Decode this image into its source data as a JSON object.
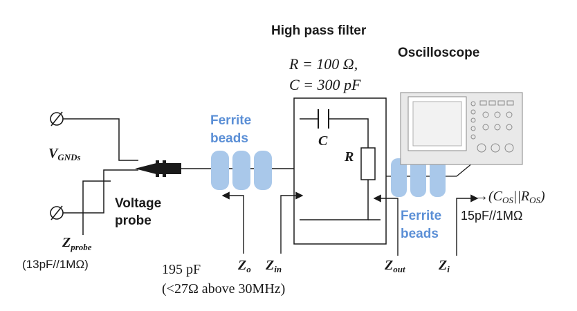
{
  "labels": {
    "title": "High pass filter",
    "oscilloscope": "Oscilloscope",
    "filter_r_value": "R = 100 Ω,",
    "filter_c_value": "C = 300 pF",
    "ferrite_left_1": "Ferrite",
    "ferrite_left_2": "beads",
    "ferrite_right_1": "Ferrite",
    "ferrite_right_2": "beads",
    "capacitor_label": "C",
    "resistor_label": "R",
    "vgnds_main": "V",
    "vgnds_sub": "GNDs",
    "probe_line1": "Voltage",
    "probe_line2": "probe",
    "zprobe_main": "Z",
    "zprobe_sub": "probe",
    "zprobe_value": "(13pF//1MΩ)",
    "zo_main": "Z",
    "zo_sub": "o",
    "zin_main": "Z",
    "zin_sub": "in",
    "zout_main": "Z",
    "zout_sub": "out",
    "zi_main": "Z",
    "zi_sub": "i",
    "bead_cap_1": "195 pF",
    "bead_cap_2": "(<27Ω above 30MHz)",
    "cos_ros": "→(C",
    "cos_sub": "OS",
    "ros_mid": "||R",
    "ros_sub": "OS",
    "ros_close": ")",
    "scope_value": "15pF//1MΩ"
  },
  "colors": {
    "ink": "#1a1a1a",
    "ferrite_text": "#5b8fd6",
    "ferrite_bead": "#a9c8ea",
    "scope_body": "#e9e9e9",
    "scope_screen": "#f2f2f2"
  },
  "icons": {
    "terminal_top": "terminal-circle-icon",
    "terminal_bottom": "terminal-circle-icon",
    "oscilloscope": "oscilloscope-icon"
  }
}
